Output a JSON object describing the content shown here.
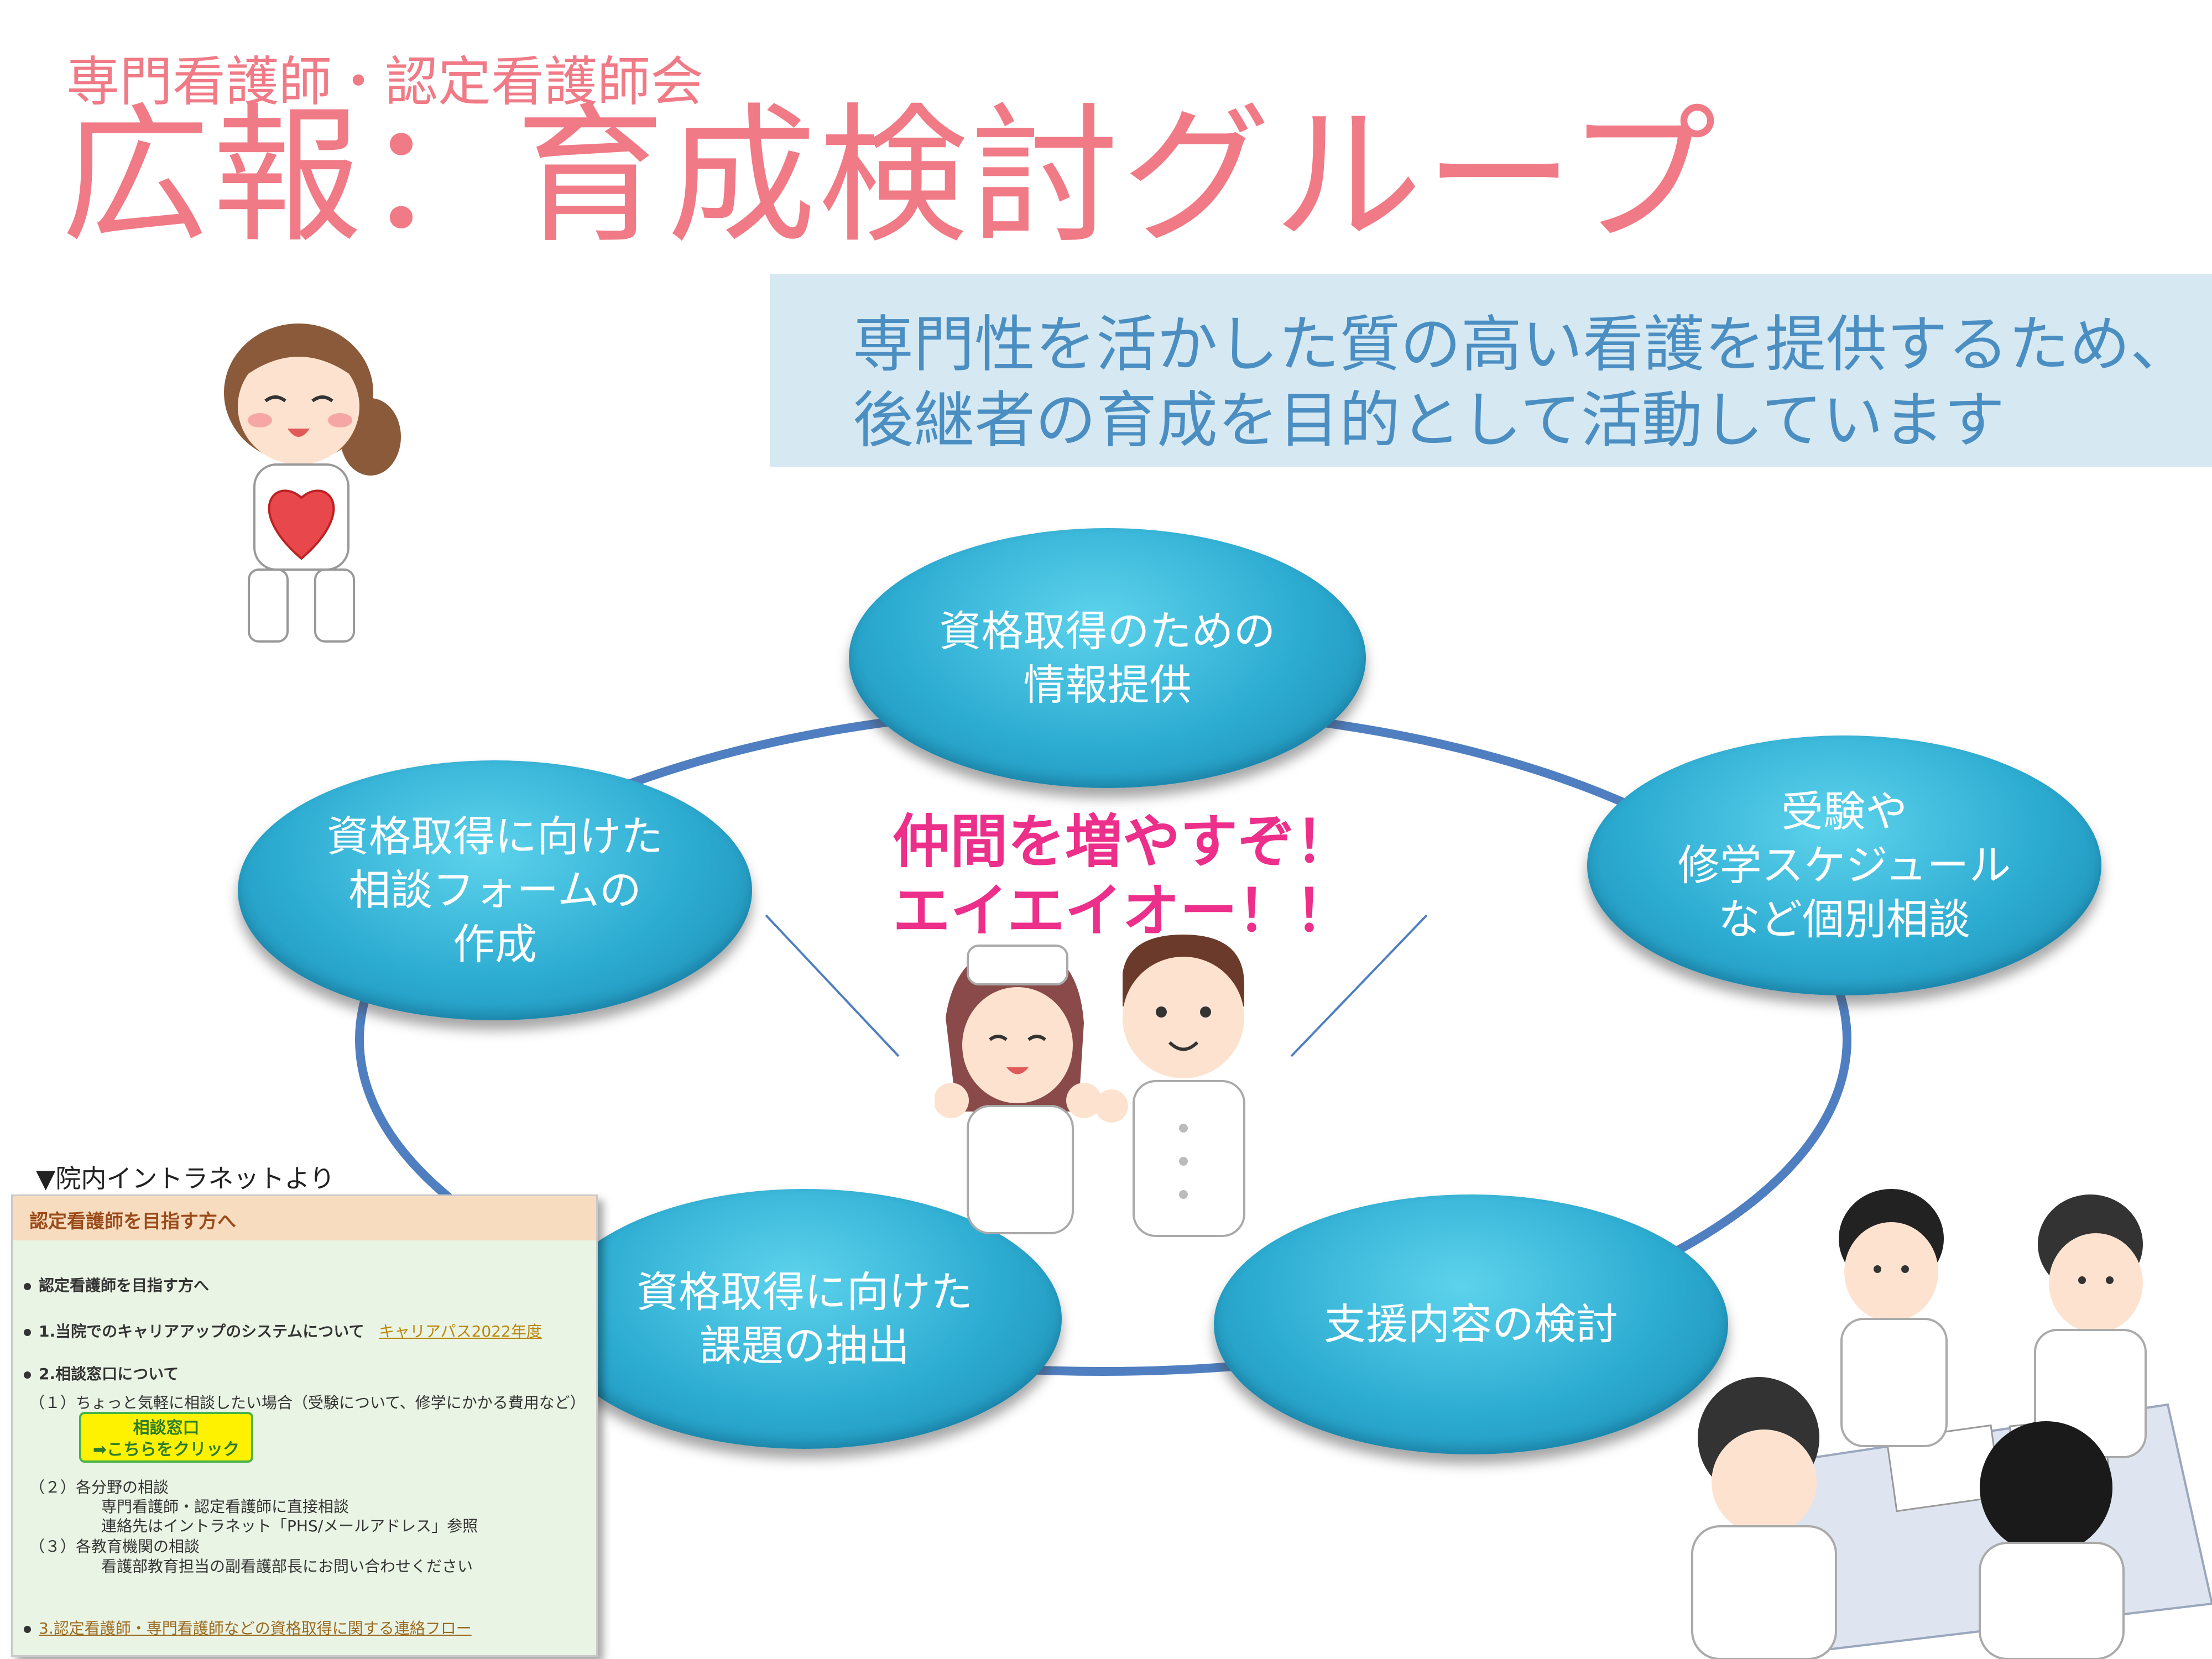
{
  "header": {
    "subtitle": "専門看護師・認定看護師会",
    "title": "広報：育成検討グループ"
  },
  "banner": {
    "line1": "専門性を活かした質の高い看護を提供するため、",
    "line2": "後継者の育成を目的として活動しています"
  },
  "cycle": {
    "items": [
      "資格取得のための\n情報提供",
      "受験や\n修学スケジュール\nなど個別相談",
      "支援内容の検討",
      "資格取得に向けた\n課題の抽出",
      "資格取得に向けた\n相談フォームの\n作成"
    ],
    "ring_color": "#4f7fc0",
    "bubble_color": "#2cabd1"
  },
  "cheer": "仲間を増やすぞ！\nエイエイオー！！",
  "intranet": {
    "label": "▼院内イントラネットより",
    "header": "認定看護師を目指す方へ",
    "item1": "認定看護師を目指す方へ",
    "item2_text": "1.当院でのキャリアアップのシステムについて",
    "item2_link": "キャリアパス2022年度",
    "item3": "2.相談窓口について",
    "sub1": "（１）ちょっと気軽に相談したい場合（受験について、修学にかかる費用など）",
    "button": "相談窓口\n➡こちらをクリック",
    "sub2": "（２）各分野の相談",
    "sub2_a": "専門看護師・認定看護師に直接相談",
    "sub2_b": "連絡先はイントラネット「PHS/メールアドレス」参照",
    "sub3": "（３）各教育機関の相談",
    "sub3_a": "看護部教育担当の副看護部長にお問い合わせください",
    "item4": "3.認定看護師・専門看護師などの資格取得に関する連絡フロー"
  }
}
